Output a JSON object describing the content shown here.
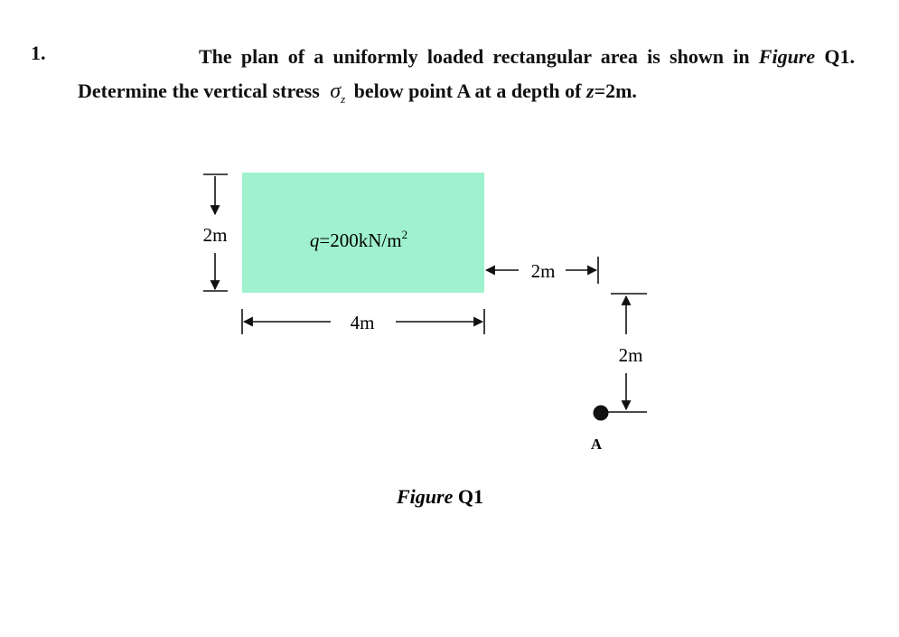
{
  "question": {
    "number": "1.",
    "text_part1": "The plan of a uniformly loaded rectangular area is shown in ",
    "figure_ref": "Figure",
    "text_part2": " Q1. Determine the vertical stress ",
    "sigma_symbol": "σ",
    "sigma_subscript": "z",
    "text_part3": " below point A at a depth of ",
    "depth_var": "z",
    "depth_value": "=2m."
  },
  "figure": {
    "load_label_var": "q",
    "load_label_value": "=200kN/m",
    "load_label_exp": "2",
    "dim_height_left": "2m",
    "dim_width_bottom": "4m",
    "dim_offset_horizontal": "2m",
    "dim_offset_vertical": "2m",
    "point_label": "A",
    "caption_italic": "Figure",
    "caption_num": " Q1"
  },
  "colors": {
    "load_area_fill": "#9ff2cd",
    "ink": "#111111"
  }
}
